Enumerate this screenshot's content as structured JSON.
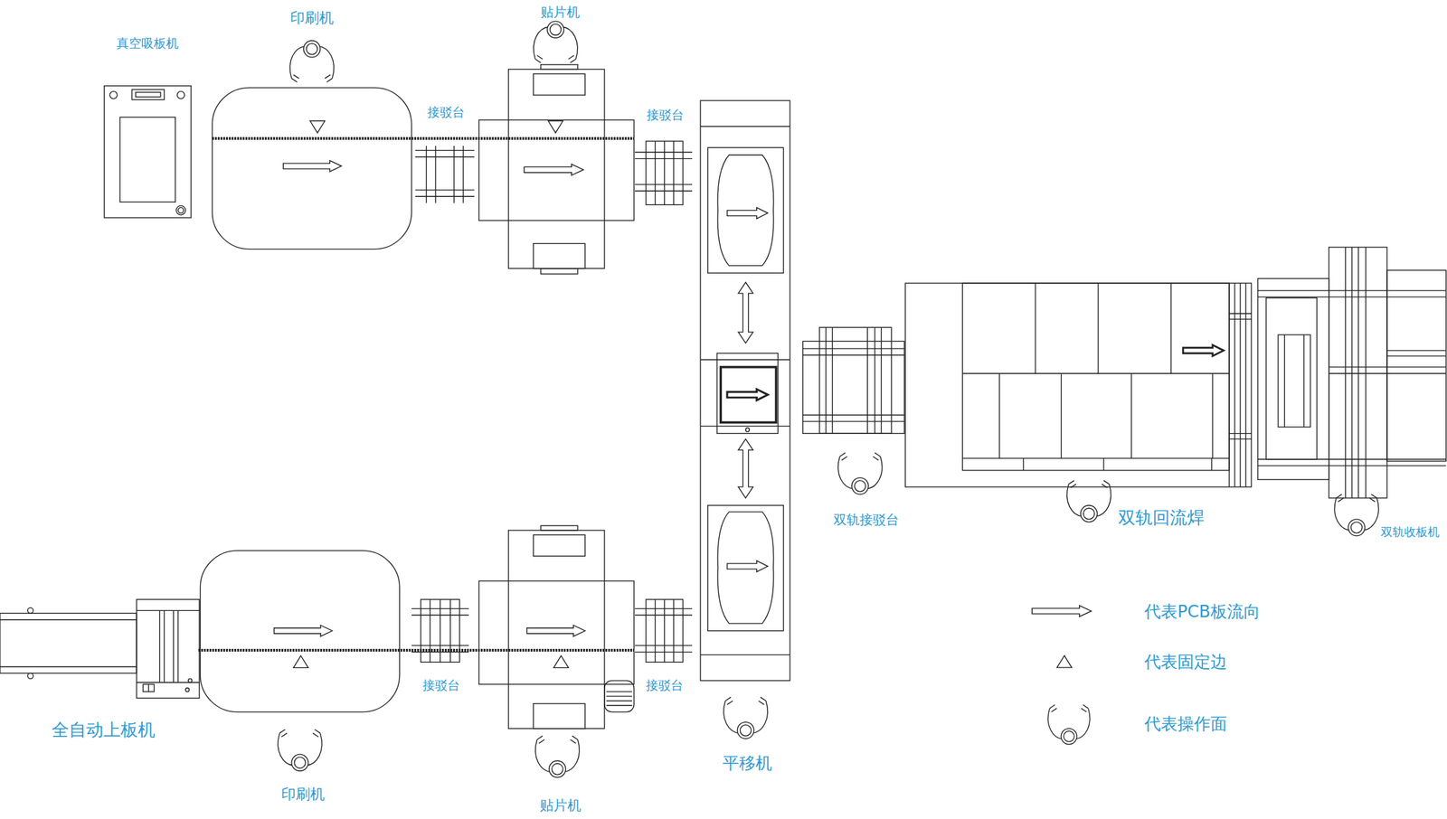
{
  "diagram": {
    "nodes": [
      {
        "text": [
          "真空吸板机"
        ]
      },
      {
        "text": [
          "印刷机"
        ]
      },
      {
        "text": [
          "接驳台"
        ]
      },
      {
        "text": [
          "贴片机"
        ]
      },
      {
        "text": [
          "接驳台"
        ]
      },
      {
        "text": [
          "全自动上板机"
        ]
      },
      {
        "text": [
          "印刷机"
        ]
      },
      {
        "text": [
          "接驳台"
        ]
      },
      {
        "text": [
          "贴片机"
        ]
      },
      {
        "text": [
          "接驳台"
        ]
      },
      {
        "text": [
          "平移机"
        ]
      },
      {
        "text": [
          "双轨接驳台"
        ]
      },
      {
        "text": [
          "双轨回流焊"
        ]
      },
      {
        "text": [
          "双轨收板机"
        ]
      }
    ],
    "legend": [
      {
        "text": "代表PCB板流向"
      },
      {
        "text": "代表固定边"
      },
      {
        "text": "代表操作面"
      }
    ]
  }
}
